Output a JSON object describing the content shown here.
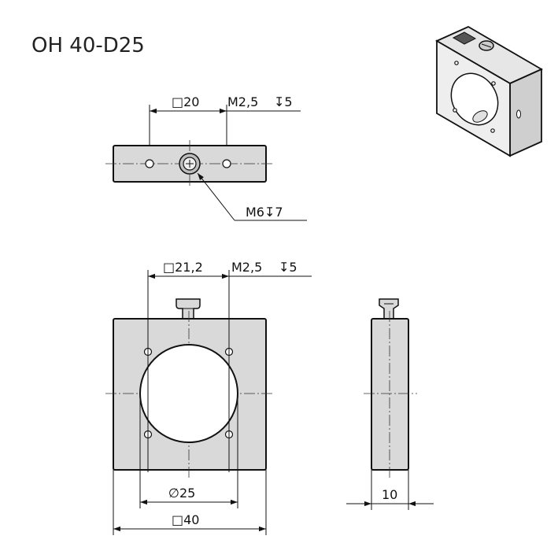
{
  "title": "OH 40-D25",
  "top_view": {
    "dim_square": "□20",
    "thread": "M2,5",
    "depth": "↧5",
    "callout": "M6↧7"
  },
  "front_view": {
    "dim_square": "□21,2",
    "thread": "M2,5",
    "depth": "↧5",
    "bore": "∅25",
    "outer": "□40"
  },
  "side_view": {
    "thickness": "10"
  }
}
